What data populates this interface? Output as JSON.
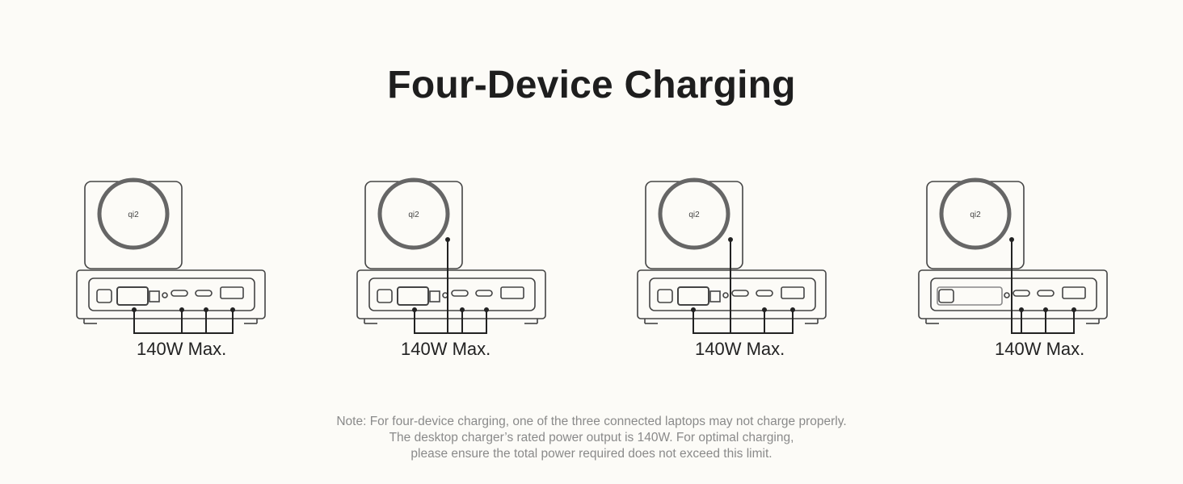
{
  "page": {
    "title": "Four-Device Charging",
    "note_lines": [
      "Note: For four-device charging, one of the three connected laptops may not charge properly.",
      "The desktop charger’s rated power output is 140W. For optimal charging,",
      "please ensure the total power required does not exceed this limit."
    ]
  },
  "wireless_pad_logo": "qi2",
  "diagrams": [
    {
      "label": "140W Max.",
      "connected": [
        "detachable-pad",
        "usb-c-1",
        "usb-c-2",
        "usb-a"
      ]
    },
    {
      "label": "140W Max.",
      "connected": [
        "wireless-pad",
        "detachable-pad",
        "usb-c-1",
        "usb-c-2"
      ]
    },
    {
      "label": "140W Max.",
      "connected": [
        "wireless-pad",
        "detachable-pad",
        "usb-c-2",
        "usb-a"
      ]
    },
    {
      "label": "140W Max.",
      "connected": [
        "wireless-pad",
        "usb-c-1",
        "usb-c-2",
        "usb-a"
      ]
    }
  ],
  "colors": {
    "background": "#fcfbf7",
    "outline": "#444444",
    "text": "#1e1e1e",
    "note": "#8a8a8a"
  }
}
